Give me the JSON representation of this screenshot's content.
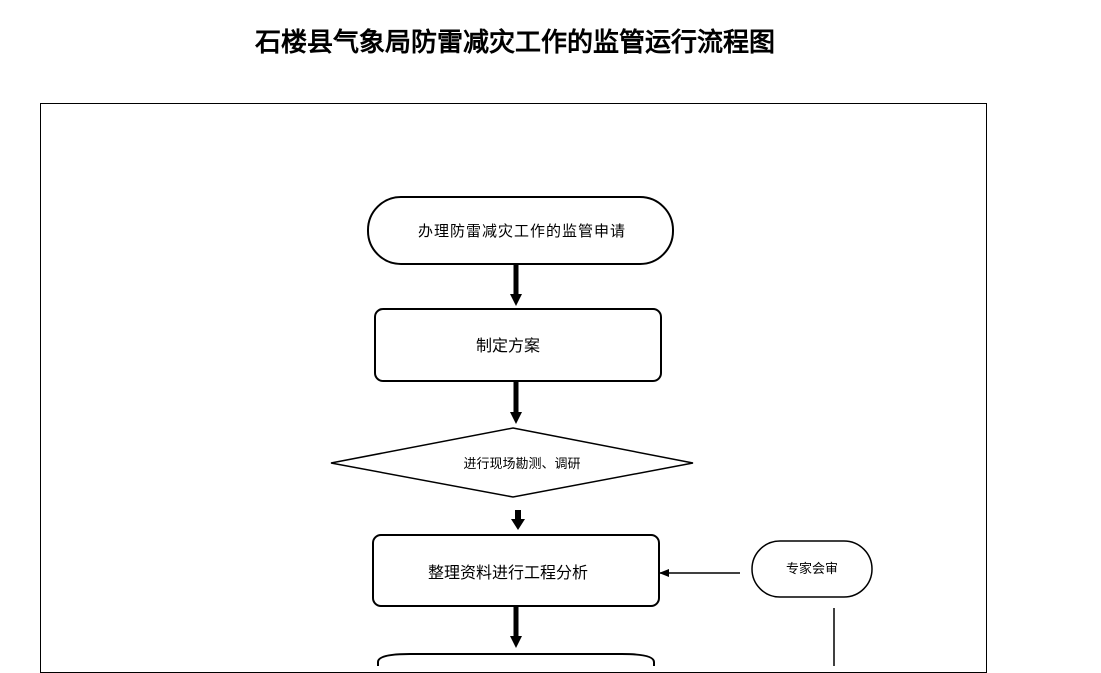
{
  "title": "石楼县气象局防雷减灾工作的监管运行流程图",
  "nodes": {
    "apply": {
      "label": "办理防雷减灾工作的监管申请",
      "shape": "terminal"
    },
    "plan": {
      "label": "制定方案",
      "shape": "process"
    },
    "survey": {
      "label": "进行现场勘测、调研",
      "shape": "decision"
    },
    "analysis": {
      "label": "整理资料进行工程分析",
      "shape": "process"
    },
    "expert": {
      "label": "专家会审",
      "shape": "terminal"
    }
  },
  "edges": [
    {
      "from": "apply",
      "to": "plan"
    },
    {
      "from": "plan",
      "to": "survey"
    },
    {
      "from": "survey",
      "to": "analysis"
    },
    {
      "from": "expert",
      "to": "analysis"
    },
    {
      "from": "analysis",
      "to": "next"
    }
  ]
}
